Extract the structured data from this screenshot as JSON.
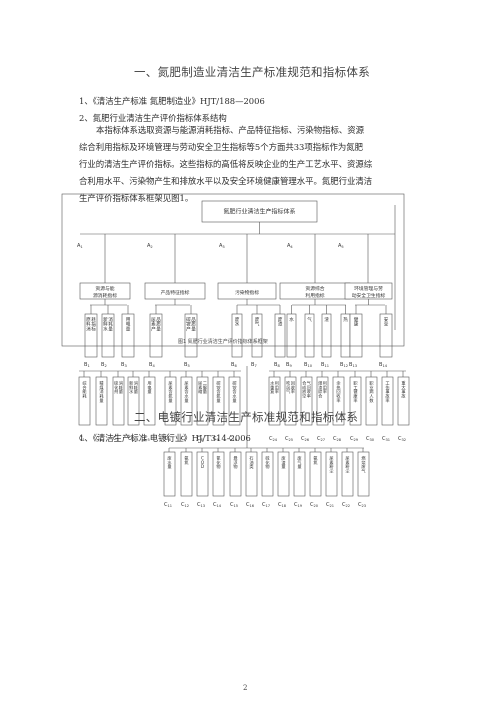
{
  "section1": {
    "title": "一、氮肥制造业清洁生产标准规范和指标体系",
    "item1": "1、《清洁生产标准 氮肥制造业》HJT/188—2006",
    "item2": "2、氮肥行业清洁生产评价指标体系结构",
    "paragraph": [
      "本指标体系选取资源与能源消耗指标、产品特征指标、污染物指标、资源",
      "综合利用指标及环境管理与劳动安全卫生指标等5个方面共33项指标作为氮肥",
      "行业的清洁生产评价指标。这些指标的高低将反映企业的生产工艺水平、资源综",
      "合利用水平、污染物产生和排放水平以及安全环境健康管理水平。氮肥行业清洁",
      "生产评价指标体系框架见图1。"
    ]
  },
  "diagram": {
    "root": "氮肥行业清洁生产指标体系",
    "a_groups": [
      {
        "code": "A1",
        "label": "资源与能源消耗指标"
      },
      {
        "code": "A2",
        "label": "产品特征指标"
      },
      {
        "code": "A3",
        "label": "污染物指标"
      },
      {
        "code": "A4",
        "label": "资源综合利用指标"
      },
      {
        "code": "A5",
        "label": "环境管理与劳动安全卫生指标"
      }
    ],
    "b_items": [
      {
        "code": "B1",
        "label": "原料消耗指标"
      },
      {
        "code": "B2",
        "label": "新鲜水消耗量"
      },
      {
        "code": "B3",
        "label": "用电量"
      },
      {
        "code": "B4",
        "label": "尿素产品质量"
      },
      {
        "code": "B5",
        "label": "碳铵产品质量"
      },
      {
        "code": "B6",
        "label": "废水"
      },
      {
        "code": "B7",
        "label": "废气"
      },
      {
        "code": "B8",
        "label": "废渣"
      },
      {
        "code": "B9",
        "label": "水"
      },
      {
        "code": "B10",
        "label": "气"
      },
      {
        "code": "B11",
        "label": "渣"
      },
      {
        "code": "B12",
        "label": "热"
      },
      {
        "code": "B13",
        "label": "健康"
      },
      {
        "code": "B14",
        "label": "安全"
      }
    ],
    "c_top": [
      {
        "code": "C1",
        "label": "综合能耗"
      },
      {
        "code": "C2",
        "label": "精煤消耗量"
      },
      {
        "code": "C3",
        "label": "硫化剂消耗量"
      },
      {
        "code": "C4",
        "label": "新鲜水消耗量"
      },
      {
        "code": "C5",
        "label": "用电量"
      },
      {
        "code": "C6",
        "label": "尿素含氮量"
      },
      {
        "code": "C7",
        "label": "尿素含水量"
      },
      {
        "code": "C8",
        "label": "尿素缩二脲量"
      },
      {
        "code": "C9",
        "label": "碳铵含氮量"
      },
      {
        "code": "C10",
        "label": "碳铵含水量"
      },
      {
        "code": "C24",
        "label": "水重复利用率"
      },
      {
        "code": "C25",
        "label": "吹风气回收率"
      },
      {
        "code": "C26",
        "label": "合成放空气回收率"
      },
      {
        "code": "C27",
        "label": "煤渣综合利用率"
      },
      {
        "code": "C28",
        "label": "余热回收率"
      },
      {
        "code": "C29",
        "label": "职工健康率"
      },
      {
        "code": "C30",
        "label": "职业病人数"
      },
      {
        "code": "C31",
        "label": "工伤事故率"
      },
      {
        "code": "C32",
        "label": "重大事故"
      }
    ],
    "c_bottom": [
      {
        "code": "C11",
        "label": "废水量"
      },
      {
        "code": "C12",
        "label": "氨氮"
      },
      {
        "code": "C13",
        "label": "COD"
      },
      {
        "code": "C14",
        "label": "氰化物"
      },
      {
        "code": "C15",
        "label": "悬浮物"
      },
      {
        "code": "C16",
        "label": "石油类"
      },
      {
        "code": "C17",
        "label": "硫化物"
      },
      {
        "code": "C18",
        "label": "废渣量"
      },
      {
        "code": "C19",
        "label": "废气量"
      },
      {
        "code": "C20",
        "label": "氨氮"
      },
      {
        "code": "C21",
        "label": "尿素粉尘"
      },
      {
        "code": "C22",
        "label": "尿素粉尘"
      },
      {
        "code": "C23",
        "label": "燃烧废气"
      }
    ],
    "caption": "图1 氮肥行业清洁生产评价指标体系框架"
  },
  "section2": {
    "title": "二、电镀行业清洁生产标准规范和指标体系",
    "item1": "1、《清洁生产标准 电镀行业》HJ/T314-2006"
  },
  "page_number": "2"
}
